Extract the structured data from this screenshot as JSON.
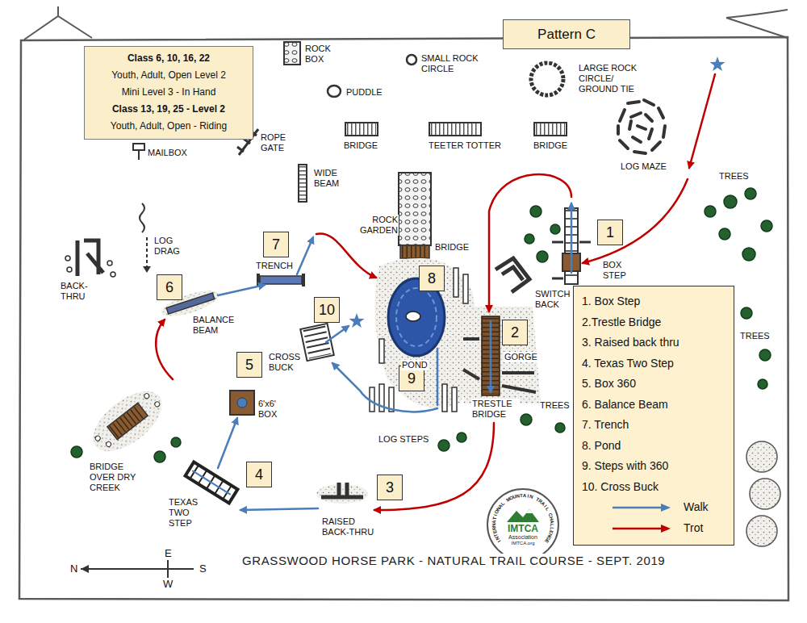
{
  "diagram": {
    "caption": "GRASSWOOD HORSE PARK - NATURAL TRAIL COURSE - SEPT. 2019",
    "nodes": [
      {
        "text": [
          "Pattern C"
        ]
      },
      {
        "text": [
          "Class 6, 10, 16, 22",
          "Youth, Adult, Open Level 2",
          "Mini Level 3 - In Hand",
          "Class 13, 19, 25 - Level 2",
          "Youth, Adult, Open - Riding"
        ]
      },
      {
        "text": [
          "1"
        ]
      },
      {
        "text": [
          "2"
        ]
      },
      {
        "text": [
          "3"
        ]
      },
      {
        "text": [
          "4"
        ]
      },
      {
        "text": [
          "5"
        ]
      },
      {
        "text": [
          "6"
        ]
      },
      {
        "text": [
          "7"
        ]
      },
      {
        "text": [
          "8"
        ]
      },
      {
        "text": [
          "9"
        ]
      },
      {
        "text": [
          "10"
        ]
      },
      {
        "text": [
          "1. Box Step",
          "2.Trestle Bridge",
          "3. Raised back thru",
          "4. Texas Two Step",
          "5. Box 360",
          "6. Balance Beam",
          "7. Trench",
          "8. Pond",
          "9. Steps with 360",
          "10. Cross Buck"
        ]
      },
      {
        "text": [
          "INTERNATIONAL MOUNTAIN TRAIL CHALLENGE",
          "IMTCA",
          "Association",
          "IMTCA.org"
        ]
      }
    ],
    "labels": [
      "ROCK BOX",
      "SMALL ROCK CIRCLE",
      "LARGE ROCK CIRCLE/ GROUND TIE",
      "PUDDLE",
      "BRIDGE",
      "TEETER TOTTER",
      "BRIDGE",
      "ROPE GATE",
      "MAILBOX",
      "WIDE BEAM",
      "LOG MAZE",
      "TREES",
      "ROCK GARDEN",
      "BRIDGE",
      "LOG DRAG",
      "TRENCH",
      "BACK-THRU",
      "BALANCE BEAM",
      "SWITCH BACK",
      "BOX STEP",
      "POND",
      "GORGE",
      "CROSS BUCK",
      "6'x6' BOX",
      "LOG STEPS",
      "TRESTLE BRIDGE",
      "TREES",
      "TREES",
      "BRIDGE OVER DRY CREEK",
      "TEXAS TWO STEP",
      "RAISED BACK-THRU",
      "N",
      "E",
      "W",
      "S"
    ],
    "legend": [
      {
        "text": "Walk"
      },
      {
        "text": "Trot"
      }
    ]
  }
}
